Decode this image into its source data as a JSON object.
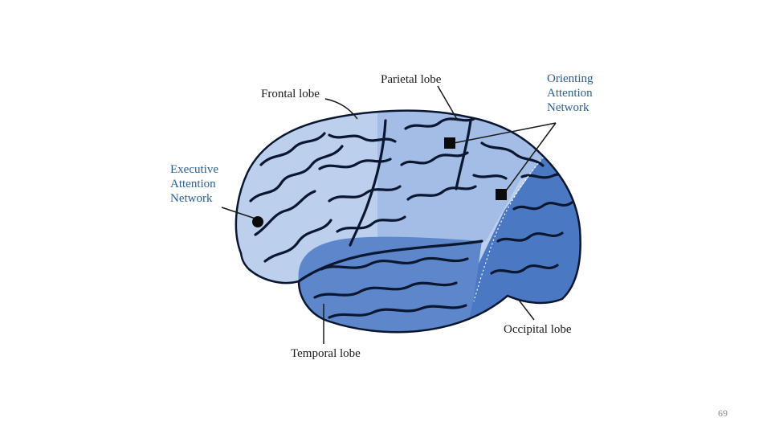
{
  "labels": {
    "frontal": "Frontal lobe",
    "parietal": "Parietal lobe",
    "temporal": "Temporal lobe",
    "occipital": "Occipital lobe"
  },
  "networks": {
    "orienting": [
      "Orienting",
      "Attention",
      "Network"
    ],
    "executive": [
      "Executive",
      "Attention",
      "Network"
    ]
  },
  "page_number": "69",
  "colors": {
    "frontal": "#bcd0ee",
    "parietal": "#a3bde6",
    "temporal": "#5d86cb",
    "occipital": "#4a78c2",
    "label_blue": "#2b5f95",
    "outline": "#0b1730"
  }
}
